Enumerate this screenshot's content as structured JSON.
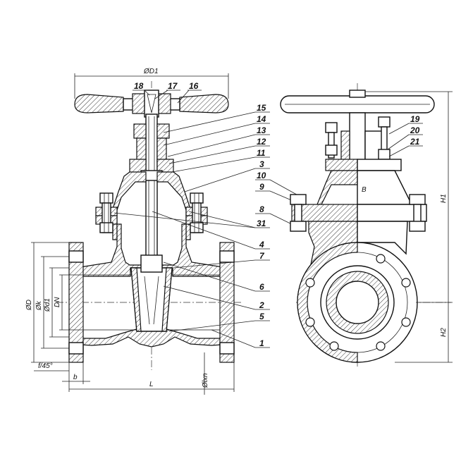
{
  "dimensions": {
    "d1_top": "ØD1",
    "d_outer": "ØD",
    "k": "Øk",
    "d1": "Ød1",
    "dn": "DN",
    "chamfer": "f/45°",
    "b": "b",
    "l": "L",
    "bolt_holes": "Ølxn",
    "h1": "H1",
    "h2": "H2",
    "section_b": "B"
  },
  "callouts": {
    "n1": "1",
    "n2": "2",
    "n3": "3",
    "n4": "4",
    "n5": "5",
    "n6": "6",
    "n7": "7",
    "n8": "8",
    "n9": "9",
    "n10": "10",
    "n11": "11",
    "n12": "12",
    "n13": "13",
    "n14": "14",
    "n15": "15",
    "n16": "16",
    "n17": "17",
    "n18": "18",
    "n19": "19",
    "n20": "20",
    "n21": "21",
    "n31": "31"
  },
  "colors": {
    "line": "#111111",
    "background": "#ffffff"
  }
}
